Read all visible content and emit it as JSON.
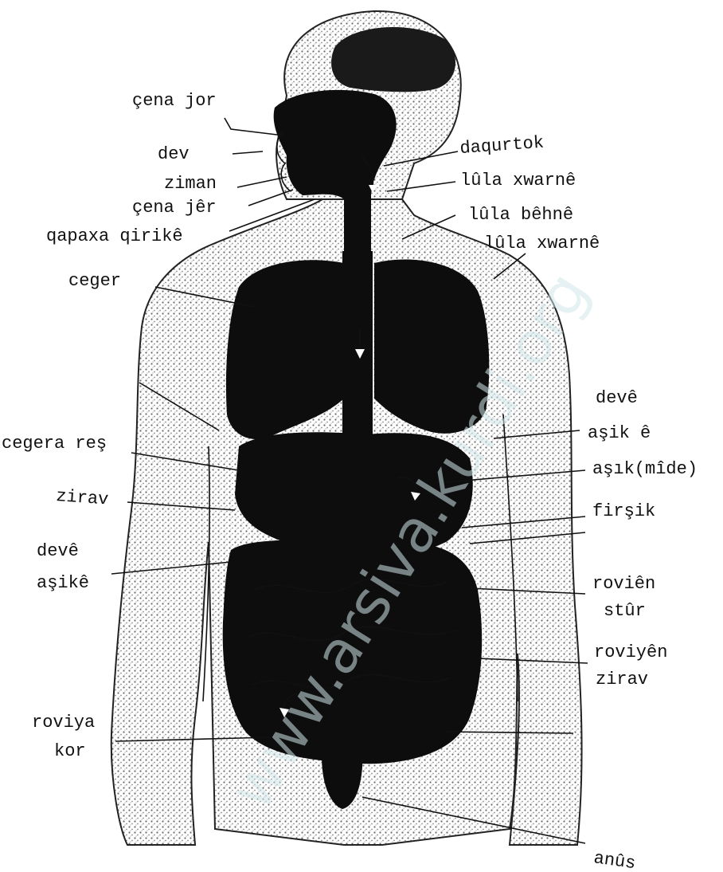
{
  "labels": {
    "cena_jor": "çena jor",
    "dev": "dev",
    "ziman": "ziman",
    "cena_jer": "çena jêr",
    "qapaxa_qirike": "qapaxa qirikê",
    "daqurtok": "daqurtok",
    "lula_xwarne_1": "lûla xwarnê",
    "lula_behne": "lûla bêhnê",
    "lula_xwarne_2": "lûla xwarnê",
    "ceger": "ceger",
    "cegera_res": "cegera reş",
    "zirav_left": "zirav",
    "deve_asike_line1": "devê",
    "deve_asike_line2": "aşikê",
    "roviya_kor_line1": "roviya",
    "roviya_kor_line2": "kor",
    "deve_asik_e_line1": "devê",
    "deve_asik_e_line2": "aşik ê",
    "asik_mide": "aşık(mîde)",
    "firsik": "firşik",
    "rovien_stur_line1": "roviên",
    "rovien_stur_line2": "stûr",
    "roviyen_zirav_line1": "roviyên",
    "roviyen_zirav_line2": "zirav",
    "anus": "anûs"
  },
  "watermark": "www.arsiva.kurdi.org",
  "colors": {
    "ink": "#111111",
    "organ": "#0d0d0d",
    "body_stipple": "#555555",
    "watermark": "#cfe6e8"
  }
}
